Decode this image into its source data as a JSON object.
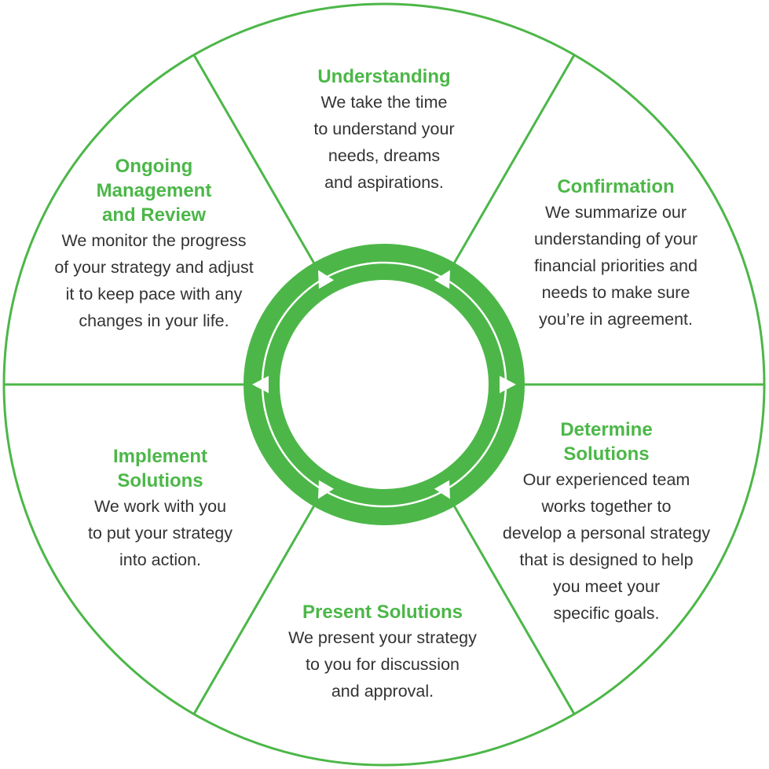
{
  "colors": {
    "accent": "#4cb748",
    "text": "#333333",
    "background": "#ffffff"
  },
  "segments": [
    {
      "id": "understanding",
      "title": [
        "Understanding"
      ],
      "body": [
        "We take the time",
        "to understand your",
        "needs, dreams",
        "and aspirations."
      ]
    },
    {
      "id": "confirmation",
      "title": [
        "Confirmation"
      ],
      "body": [
        "We summarize our",
        "understanding of your",
        "financial priorities and",
        "needs to make sure",
        "you’re in agreement."
      ]
    },
    {
      "id": "determine-solutions",
      "title": [
        "Determine",
        "Solutions"
      ],
      "body": [
        "Our experienced team",
        "works together to",
        "develop a personal strategy",
        "that is designed to help",
        "you meet your",
        "specific goals."
      ]
    },
    {
      "id": "present-solutions",
      "title": [
        "Present Solutions"
      ],
      "body": [
        "We present your strategy",
        "to you for discussion",
        "and approval."
      ]
    },
    {
      "id": "implement-solutions",
      "title": [
        "Implement",
        "Solutions"
      ],
      "body": [
        "We work with you",
        "to put your strategy",
        "into action."
      ]
    },
    {
      "id": "ongoing-management",
      "title": [
        "Ongoing",
        "Management",
        "and Review"
      ],
      "body": [
        "We monitor the progress",
        "of your strategy and adjust",
        "it to keep pace with any",
        "changes in your life."
      ]
    }
  ],
  "cycle": {
    "direction": "clockwise",
    "arrow_count": 6,
    "arrow_icon": "triangle-arrow-icon"
  }
}
